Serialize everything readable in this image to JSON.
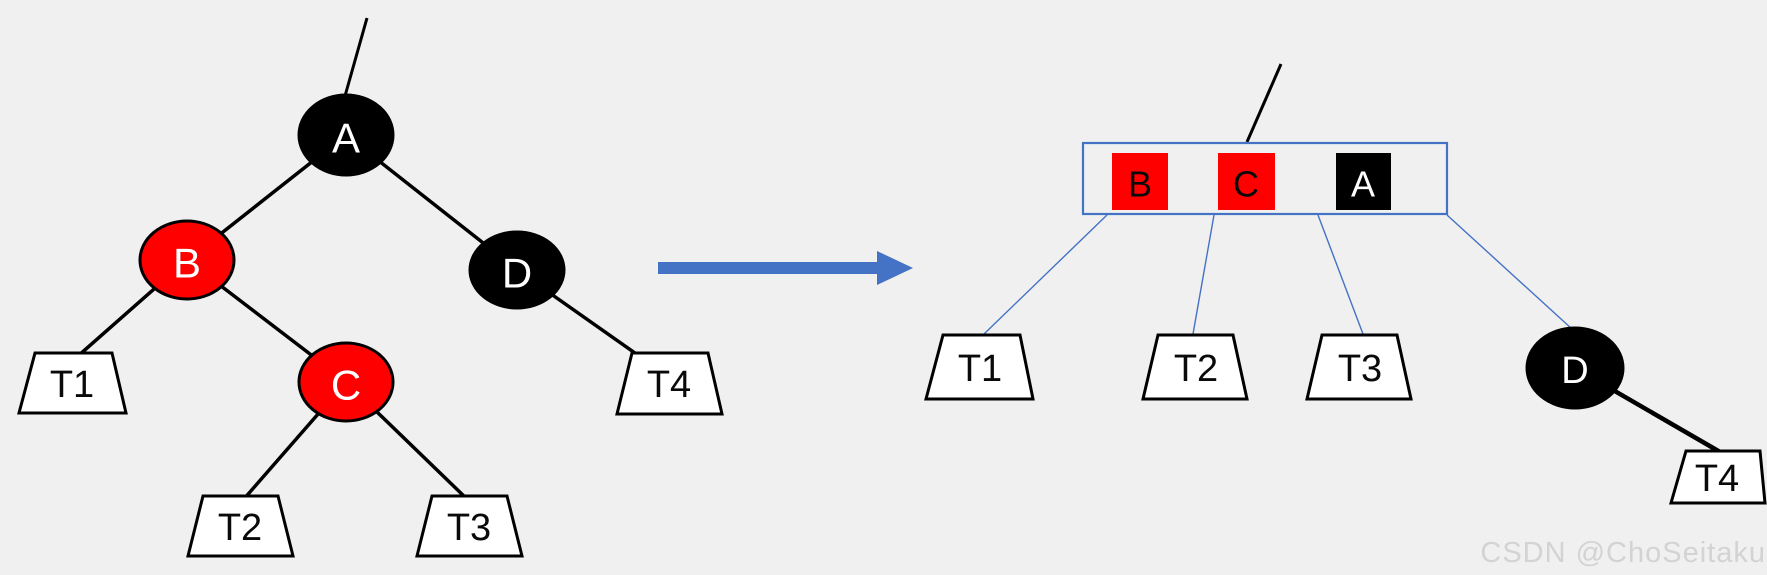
{
  "colors": {
    "background": "#f0f0f0",
    "node_red": "#ff0000",
    "node_black": "#000000",
    "accent_blue": "#4472c4",
    "leaf_fill": "#ffffff",
    "watermark_gray": "#d3d3d3"
  },
  "left_tree": {
    "node_a": "A",
    "node_b": "B",
    "node_c": "C",
    "node_d": "D",
    "leaf_t1": "T1",
    "leaf_t2": "T2",
    "leaf_t3": "T3",
    "leaf_t4": "T4"
  },
  "right_tree": {
    "key_b": "B",
    "key_c": "C",
    "key_a": "A",
    "node_d": "D",
    "leaf_t1": "T1",
    "leaf_t2": "T2",
    "leaf_t3": "T3",
    "leaf_t4": "T4"
  },
  "watermark": {
    "text": "CSDN @ChoSeitaku"
  }
}
